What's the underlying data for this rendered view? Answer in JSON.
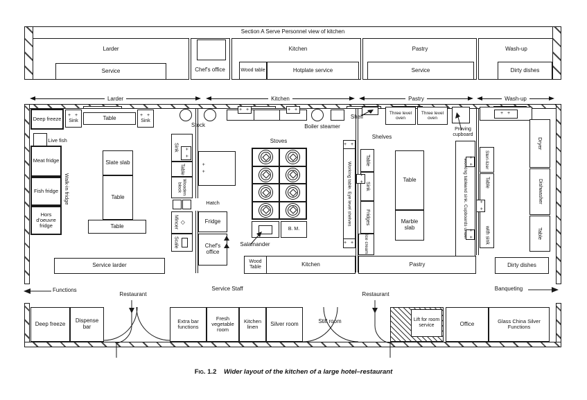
{
  "plus": "+ +",
  "elevation": {
    "title": "Section A Serve Personnel view of kitchen",
    "larder": "Larder",
    "larder_service": "Service",
    "chefs_office": "Chef's office",
    "kitchen": "Kitchen",
    "wood_table": "Wood table",
    "hotplate_service": "Hotplate service",
    "pastry": "Pastry",
    "pastry_service": "Service",
    "washup": "Wash-up",
    "dirty_dishes": "Dirty dishes"
  },
  "dims": {
    "larder": "Larder",
    "kitchen": "Kitchen",
    "pastry": "Pastry",
    "washup": "Wash-up"
  },
  "larder": {
    "deep_freeze": "Deep freeze",
    "sink1": "Sink",
    "table_top": "Table",
    "sink2": "Sink",
    "stock": "Stock",
    "live_fish": "Live fish",
    "meat_fridge": "Meat fridge",
    "fish_fridge": "Fish fridge",
    "hors_fridge": "Hors d'oeuvre fridge",
    "walkin": "Walk-in fridge",
    "slate_slab": "Slate slab",
    "table_v": "Table",
    "table_h": "Table",
    "service_larder": "Service larder"
  },
  "midcol": {
    "sink": "Sink",
    "table": "Table",
    "wooden_block": "Wooden block",
    "mincer": "Mincer",
    "scale": "Scale",
    "hatch": "Hatch",
    "fridge": "Fridge",
    "chefs_office": "Chef's office"
  },
  "kitchen": {
    "boiler_steamer": "Boiler steamer",
    "shelf": "Shelf",
    "stoves": "Stoves",
    "salamander": "Salamander",
    "bm": "B. M.",
    "shelves": "Shelves",
    "working_table": "Working table. Eye level shelves",
    "table": "Table",
    "sink": "Sink",
    "fridges": "Fridges",
    "ice_cream": "Ice cream"
  },
  "pastry": {
    "oven1": "Three level oven",
    "oven2": "Three level oven",
    "proving": "Proving cupboard",
    "table": "Table",
    "marble_slab": "Marble slab",
    "working_table_a": "Working table",
    "working_table_b": "and sink. Cupboards under",
    "sterilizer": "Steri-lizer",
    "table_sink_a": "Table",
    "table_sink_b": "with sink"
  },
  "washup": {
    "dryer": "Dryer",
    "dishwasher": "Dishwasher",
    "table": "Table",
    "dirty_dishes": "Dirty dishes"
  },
  "band": {
    "wood_table": "Wood Table",
    "kitchen": "Kitchen",
    "pastry": "Pastry"
  },
  "corridor": {
    "functions": "Functions",
    "restaurant_left": "Restaurant",
    "service_staff": "Service Staff",
    "restaurant_right": "Restaurant",
    "banqueting": "Banqueting"
  },
  "rooms": [
    {
      "label": "Deep freeze"
    },
    {
      "label": "Dispense bar"
    },
    {
      "label": "Extra bar functions"
    },
    {
      "label": "Fresh vegetable room"
    },
    {
      "label": "Kitchen linen"
    },
    {
      "label": "Silver room"
    },
    {
      "label": "Still room"
    },
    {
      "label": "Lift for room service"
    },
    {
      "label": "Office"
    },
    {
      "label": "Glass China Silver Functions"
    }
  ],
  "caption": {
    "fig": "Fig. 1.2",
    "text": "Wider layout of the kitchen of a large hotel–restaurant"
  }
}
